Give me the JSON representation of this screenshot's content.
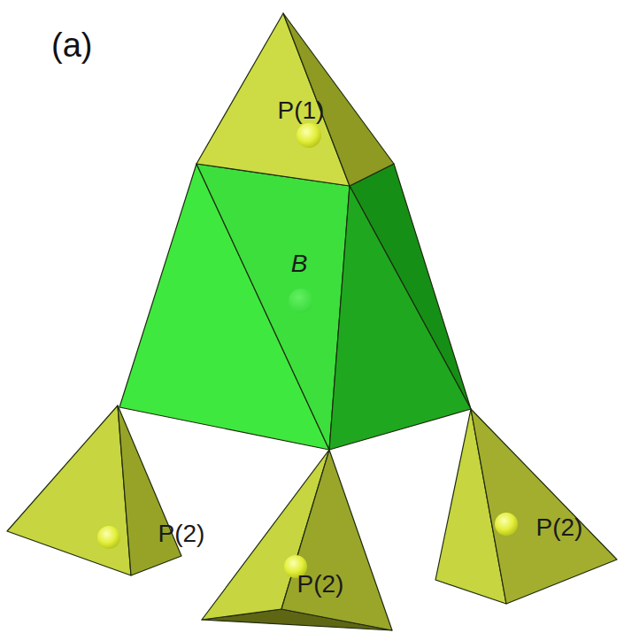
{
  "diagram": {
    "nodes": [
      {
        "text": [
          "P(1)"
        ]
      },
      {
        "text": [
          "B"
        ]
      },
      {
        "text": [
          "P(2)"
        ]
      },
      {
        "text": [
          "P(2)"
        ]
      },
      {
        "text": [
          "P(2)"
        ]
      }
    ],
    "labels": [
      "(a)"
    ]
  }
}
